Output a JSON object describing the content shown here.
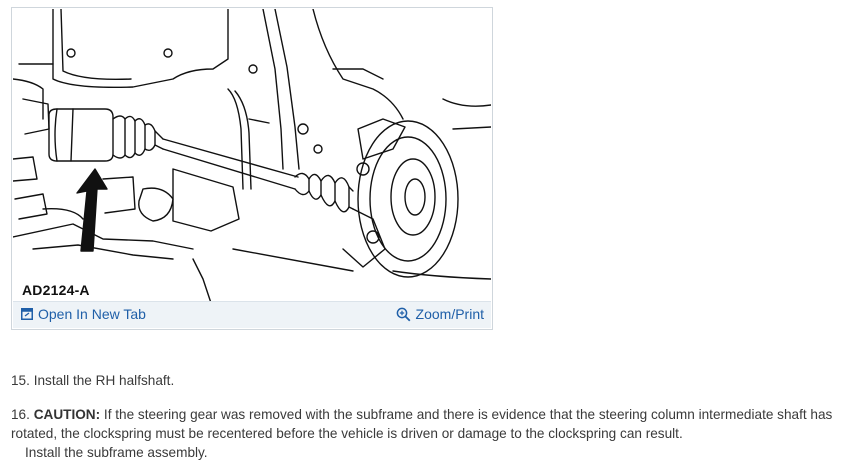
{
  "figure": {
    "caption": "AD2124-A",
    "open_tab_label": "Open In New Tab",
    "zoom_print_label": "Zoom/Print",
    "link_color": "#1f5fa8"
  },
  "steps": {
    "step15": {
      "number": "15.",
      "text": "Install the RH halfshaft."
    },
    "step16": {
      "number": "16.",
      "caution_label": "CAUTION:",
      "caution_text": "If the steering gear was removed with the subframe and there is evidence that the steering column intermediate shaft has rotated, the clockspring must be recentered before the vehicle is driven or damage to the clockspring can result.",
      "sub_text": "Install the subframe assembly."
    }
  },
  "icons": {
    "open_tab": "open-new-tab-icon",
    "zoom": "zoom-magnifier-icon"
  }
}
